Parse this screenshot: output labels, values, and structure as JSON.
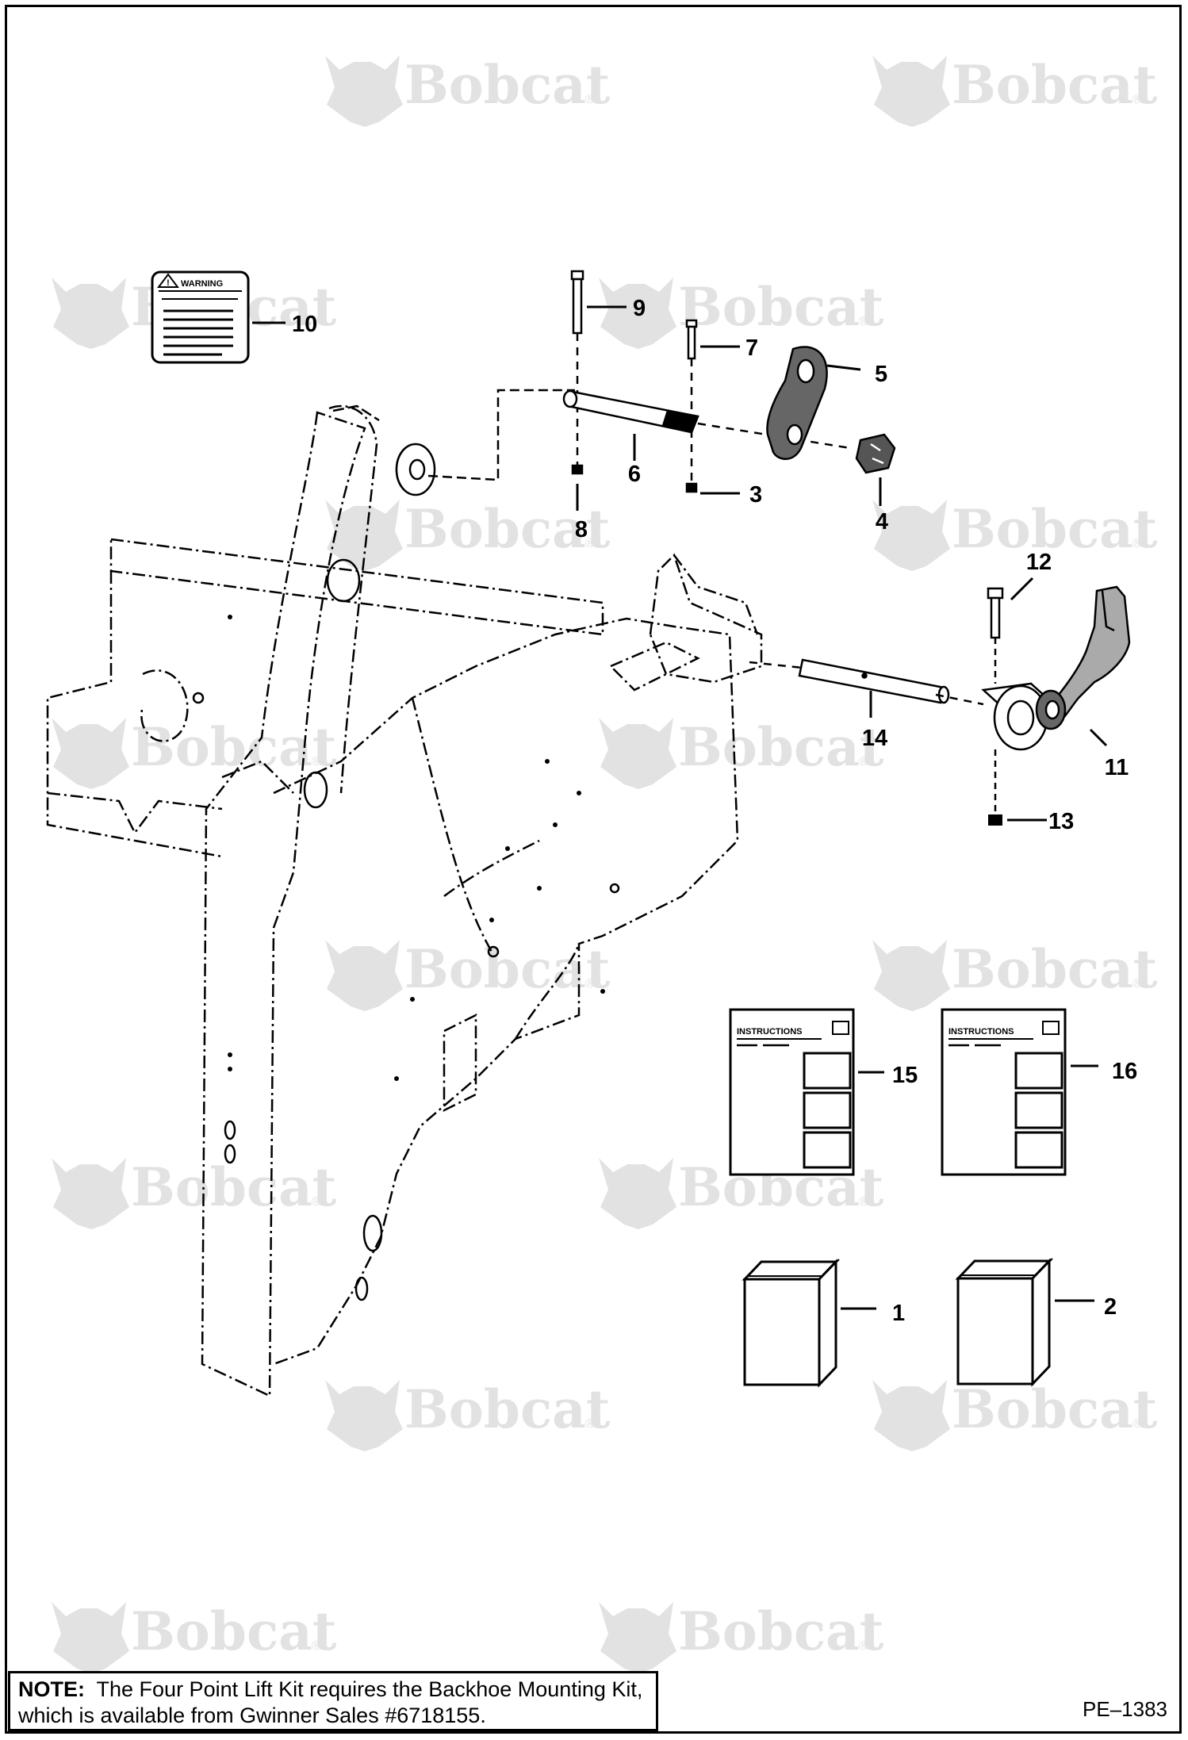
{
  "watermark": {
    "text": "Bobcat",
    "registered": "®"
  },
  "labels": {
    "warning": "WARNING",
    "instructions": "INSTRUCTIONS"
  },
  "callouts": [
    "1",
    "2",
    "3",
    "4",
    "5",
    "6",
    "7",
    "8",
    "9",
    "10",
    "11",
    "12",
    "13",
    "14",
    "15",
    "16"
  ],
  "note": {
    "prefix": "NOTE:",
    "text": "The Four Point Lift Kit requires the Backhoe Mounting Kit, which is available from Gwinner Sales #6718155."
  },
  "drawing_number": "PE–1383",
  "colors": {
    "ink": "#000000",
    "watermark": "#e2e2e2",
    "paper": "#ffffff"
  }
}
